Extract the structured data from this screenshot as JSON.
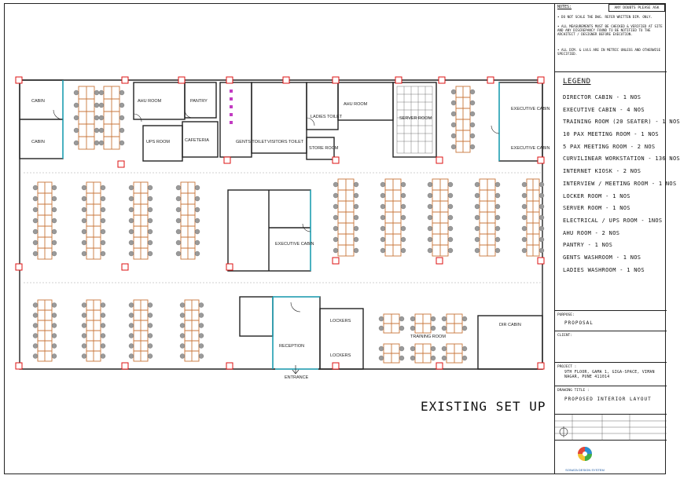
{
  "notes": {
    "heading": "NOTES:",
    "doubts": "ANY DOUBTS PLEASE ASK",
    "items": [
      "• DO NOT SCALE THE DWG. REFER WRITTEN DIM. ONLY.",
      "• ALL MEASUREMENTS MUST BE CHECKED & VERIFIED AT SITE AND ANY DISCREPANCY FOUND TO BE NOTIFIED TO THE ARCHITECT / DESIGNER BEFORE EXECUTION.",
      "• ALL DIM. & LVLS ARE IN METRIC UNLESS AND OTHERWISE SPECIFIED."
    ]
  },
  "legend": {
    "heading": "LEGEND",
    "items": [
      "DIRECTOR CABIN - 1 NOS",
      "EXECUTIVE CABIN - 4 NOS",
      "TRAINING ROOM (20 SEATER) - 1 NOS",
      "10 PAX MEETING ROOM - 1 NOS",
      "5 PAX MEETING ROOM - 2 NOS",
      "CURVILINEAR WORKSTATION - 136 NOS",
      "INTERNET KIOSK - 2 NOS",
      "INTERVIEW / MEETING ROOM - 1 NOS",
      "LOCKER ROOM - 1 NOS",
      "SERVER ROOM - 1 NOS",
      "ELECTRICAL / UPS ROOM - 1NOS",
      "AHU ROOM - 2 NOS",
      "PANTRY - 1 NOS",
      "GENTS WASHROOM - 1 NOS",
      "LADIES WASHROOM - 1 NOS"
    ]
  },
  "title_block": {
    "purpose_label": "PURPOSE:",
    "purpose_value": "PROPOSAL",
    "client_label": "CLIENT:",
    "project_label": "PROJECT :",
    "project_value": "9TH FLOOR, GAMA 1, GIGA-SPACE, VIMAN NAGAR, PUNE 411014",
    "drawing_title_label": "DRAWING TITLE :",
    "drawing_title_value": "PROPOSED INTERIOR LAYOUT",
    "company": "SONATA DESIGN SYSTEM"
  },
  "drawing": {
    "title": "EXISTING SET UP",
    "rooms": {
      "cabin_1": "CABIN",
      "cabin_2": "CABIN",
      "ahu_room_left": "AHU ROOM",
      "pantry": "PANTRY",
      "ups_room": "UPS ROOM",
      "cafeteria": "CAFETERIA",
      "gents_toilet": "GENTS TOILET",
      "visitors_toilet": "VISITORS TOILET",
      "ladies_toilet": "LADIES TOILET",
      "ahu_room_right": "AHU ROOM",
      "store_room": "STORE ROOM",
      "server_room": "SERVER ROOM",
      "executive_cabin_top": "EXECUTIVE CABIN",
      "executive_cabin_mid": "EXECUTIVE CABIN",
      "executive_cabin_left": "EXECUTIVE CABIN",
      "reception": "RECEPTION",
      "lockers_1": "LOCKERS",
      "lockers_2": "LOCKERS",
      "training_room": "TRAINING ROOM",
      "dir_cabin": "DIR CABIN",
      "entrance": "ENTRANCE"
    }
  },
  "colors": {
    "wall": "#222222",
    "workstation": "#c8763a",
    "column": "#dd1111",
    "glass": "#18b7cf",
    "door": "#c23cc2",
    "chair": "#666666"
  }
}
